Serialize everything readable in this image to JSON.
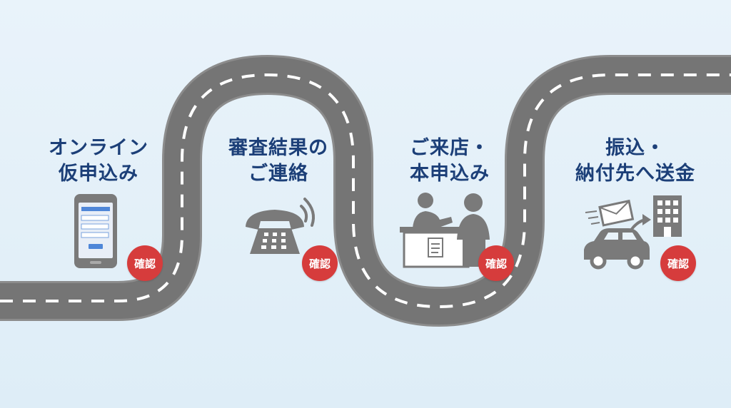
{
  "steps": [
    {
      "line1": "オンライン",
      "line2": "仮申込み",
      "badge": "確認",
      "icon": "smartphone-form-icon"
    },
    {
      "line1": "審査結果の",
      "line2": "ご連絡",
      "badge": "確認",
      "icon": "telephone-icon"
    },
    {
      "line1": "ご来店・",
      "line2": "本申込み",
      "badge": "確認",
      "icon": "counter-visit-icon"
    },
    {
      "line1": "振込・",
      "line2": "納付先へ送金",
      "badge": "確認",
      "icon": "transfer-delivery-icon"
    }
  ],
  "colors": {
    "road": "#757575",
    "road_edge": "#9a9a9a",
    "dash": "#ffffff",
    "title": "#1c3f78",
    "badge": "#d63c3c",
    "icon_gray": "#7a7a7a",
    "phone_screen": "#4f86d8"
  }
}
